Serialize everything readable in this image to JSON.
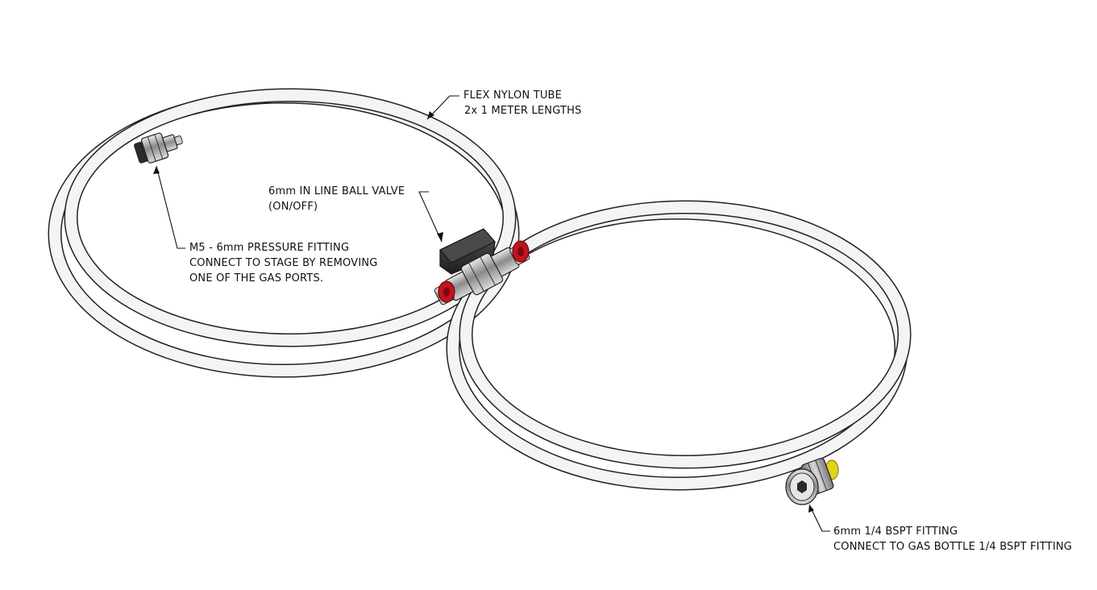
{
  "callouts": {
    "tube": {
      "line1": "FLEX NYLON TUBE",
      "line2": "2x 1 METER LENGTHS"
    },
    "valve": {
      "line1": "6mm IN LINE BALL VALVE",
      "line2": "(ON/OFF)"
    },
    "m5_fitting": {
      "line1": "M5 - 6mm PRESSURE FITTING",
      "line2": "CONNECT TO STAGE BY REMOVING",
      "line3": "ONE OF THE GAS PORTS."
    },
    "bspt_fitting": {
      "line1": "6mm 1/4 BSPT FITTING",
      "line2": "CONNECT TO GAS BOTTLE 1/4 BSPT FITTING"
    }
  },
  "colors": {
    "tube_fill": "#f4f4f4",
    "tube_outline": "#222222",
    "collet_red": "#c0141e",
    "collet_yellow": "#e2d21a",
    "valve_handle": "#2e2e2e",
    "fitting_metal": "#9a9a9a"
  }
}
